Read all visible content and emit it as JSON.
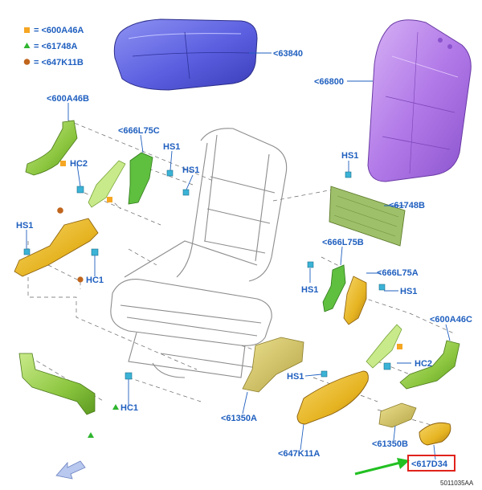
{
  "legend": [
    {
      "symbol": "square",
      "color": "#f5a623",
      "text": "= <600A46A"
    },
    {
      "symbol": "triangle",
      "color": "#2fb52f",
      "text": "= <61748A"
    },
    {
      "symbol": "circle",
      "color": "#c0651c",
      "text": "= <647K11B"
    }
  ],
  "labels": {
    "p63840": "<63840",
    "p66800": "<66800",
    "p600A46B": "<600A46B",
    "p666L75C": "<666L75C",
    "hs1_a": "HS1",
    "hs1_b": "HS1",
    "hs1_c": "HS1",
    "hs1_d": "HS1",
    "hs1_e": "HS1",
    "hs1_f": "HS1",
    "hs1_g": "HS1",
    "hc2_a": "HC2",
    "hc2_b": "HC2",
    "hc1_a": "HC1",
    "hc1_b": "HC1",
    "p61748B": "<61748B",
    "p666L75B": "<666L75B",
    "p666L75A": "<666L75A",
    "p600A46C": "<600A46C",
    "p61350A": "<61350A",
    "p647K11A": "<647K11A",
    "p61350B": "<61350B",
    "p617D34": "<617D34"
  },
  "caption": "5011035AA",
  "colors": {
    "label_blue": "#1f5fbf",
    "highlight_red": "#e0231c",
    "pointer_green": "#22c022",
    "cushion_blue": "#5b5fe0",
    "back_purple": "#b27ae8",
    "part_green": "#8cc63f",
    "part_yellow": "#e6b422",
    "clip_cyan": "#3bb3d6"
  }
}
